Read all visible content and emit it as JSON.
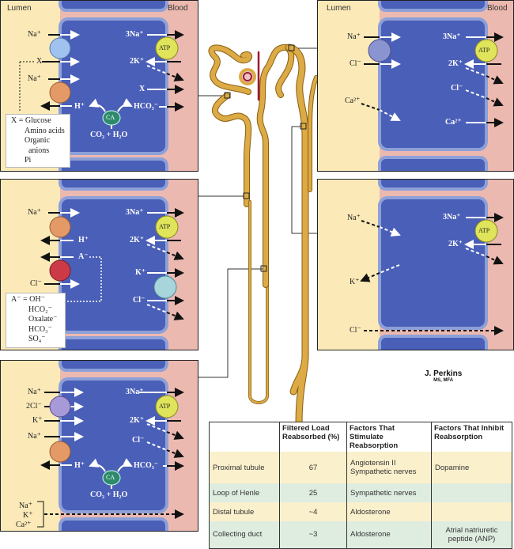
{
  "headers": {
    "lumen": "Lumen",
    "blood": "Blood"
  },
  "colors": {
    "lumen": "#fbeab8",
    "blood": "#ecb9b0",
    "cell": "#4a5fb8",
    "membrane": "#8da0d8",
    "tubule": "#d9a53c",
    "ca_enzyme": "#2e8a6a",
    "atp_pump": "#dfe45a",
    "glomerulus": "#a01830"
  },
  "panels": {
    "proximal": {
      "lumen_labels": [
        "Na⁺",
        "X",
        "Na⁺"
      ],
      "blood_labels": [
        "3Na⁺",
        "2K⁺",
        "X",
        "HCO₃⁻"
      ],
      "h_label": "H⁺",
      "enzyme": "CA",
      "pump": "ATP",
      "reaction": "CO₂ + H₂O",
      "legend": [
        "X = Glucose",
        "Amino acids",
        "Organic",
        "anions",
        "Pi"
      ]
    },
    "thick_ascending_upper": {
      "lumen_labels": [
        "Na⁺",
        "H⁺",
        "A⁻",
        "Cl⁻"
      ],
      "blood_labels": [
        "3Na⁺",
        "2K⁺",
        "K⁺",
        "Cl⁻"
      ],
      "pump": "ATP",
      "legend": [
        "A⁻ = OH⁻",
        "HCO₂⁻",
        "Oxalate⁻",
        "HCO₃⁻",
        "SO₄⁻"
      ]
    },
    "thick_ascending_lower": {
      "lumen_labels": [
        "Na⁺",
        "2Cl⁻",
        "K⁺",
        "Na⁺"
      ],
      "blood_labels": [
        "3Na⁺",
        "2K⁺",
        "Cl⁻",
        "HCO₃⁻"
      ],
      "h_label": "H⁺",
      "enzyme": "CA",
      "pump": "ATP",
      "reaction": "CO₂ + H₂O",
      "paracellular": [
        "Na⁺",
        "K⁺",
        "Ca²⁺"
      ]
    },
    "distal": {
      "lumen_labels": [
        "Na⁺",
        "Cl⁻",
        "Ca²⁺"
      ],
      "blood_labels": [
        "3Na⁺",
        "2K⁺",
        "Cl⁻",
        "Ca²⁺"
      ],
      "pump": "ATP"
    },
    "collecting": {
      "lumen_labels": [
        "Na⁺",
        "K⁺",
        "Cl⁻"
      ],
      "blood_labels": [
        "3Na⁺",
        "2K⁺"
      ],
      "pump": "ATP"
    }
  },
  "signature": {
    "name": "J. Perkins",
    "credentials": "MS, MFA"
  },
  "table": {
    "headers": [
      "",
      "Filtered Load Reabsorbed (%)",
      "Factors That Stimulate Reabsorption",
      "Factors That Inhibit Reabsorption"
    ],
    "rows": [
      {
        "segment": "Proximal tubule",
        "load": "67",
        "stimulate": "Angiotensin II Sympathetic nerves",
        "inhibit": "Dopamine"
      },
      {
        "segment": "Loop of Henle",
        "load": "25",
        "stimulate": "Sympathetic nerves",
        "inhibit": ""
      },
      {
        "segment": "Distal tubule",
        "load": "~4",
        "stimulate": "Aldosterone",
        "inhibit": ""
      },
      {
        "segment": "Collecting duct",
        "load": "~3",
        "stimulate": "Aldosterone",
        "inhibit": "Atrial natriuretic peptide (ANP)"
      }
    ]
  }
}
